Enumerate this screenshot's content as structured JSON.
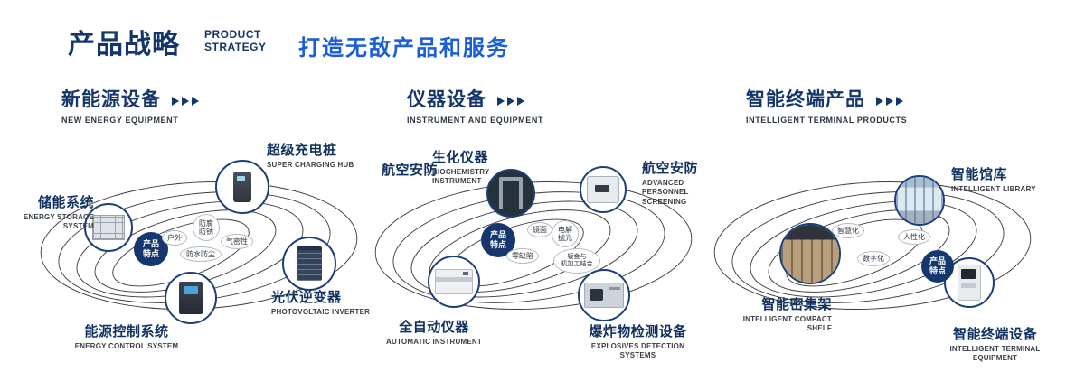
{
  "header": {
    "title": "产品战略",
    "subtitle_line1": "PRODUCT",
    "subtitle_line2": "STRATEGY",
    "tagline": "打造无敌产品和服务"
  },
  "colors": {
    "navy": "#14366b",
    "accent_blue": "#1b5ed6"
  },
  "sections": [
    {
      "title": "新能源设备",
      "subtitle": "NEW ENERGY EQUIPMENT",
      "badge": "产品\n特点",
      "tags": [
        "防腐\n防锈",
        "户外",
        "气密性",
        "防水防尘"
      ],
      "products": [
        {
          "name": "超级充电桩",
          "en": "SUPER CHARGING HUB"
        },
        {
          "name": "储能系统",
          "en": "ENERGY STORAGE SYSTEM"
        },
        {
          "name": "光伏逆变器",
          "en": "PHOTOVOLTAIC INVERTER"
        },
        {
          "name": "能源控制系统",
          "en": "ENERGY CONTROL SYSTEM"
        }
      ]
    },
    {
      "title": "仪器设备",
      "subtitle": "INSTRUMENT AND EQUIPMENT",
      "badge": "产品\n特点",
      "extra_label": "航空安防",
      "tags": [
        "镜面",
        "电解\n抛光",
        "零缺陷",
        "钣金与\n机加工结合"
      ],
      "products": [
        {
          "name": "生化仪器",
          "en": "BIOCHEMISTRY INSTRUMENT"
        },
        {
          "name": "航空安防",
          "en": "ADVANCED PERSONNEL SCREENING"
        },
        {
          "name": "全自动仪器",
          "en": "AUTOMATIC INSTRUMENT"
        },
        {
          "name": "爆炸物检测设备",
          "en": "EXPLOSIVES DETECTION SYSTEMS"
        }
      ]
    },
    {
      "title": "智能终端产品",
      "subtitle": "INTELLIGENT TERMINAL PRODUCTS",
      "badge": "产品\n特点",
      "tags": [
        "智慧化",
        "人性化",
        "数字化"
      ],
      "products": [
        {
          "name": "智能馆库",
          "en": "INTELLIGENT LIBRARY"
        },
        {
          "name": "智能密集架",
          "en": "INTELLIGENT COMPACT SHELF"
        },
        {
          "name": "智能终端设备",
          "en": "INTELLIGENT TERMINAL EQUIPMENT"
        }
      ]
    }
  ]
}
